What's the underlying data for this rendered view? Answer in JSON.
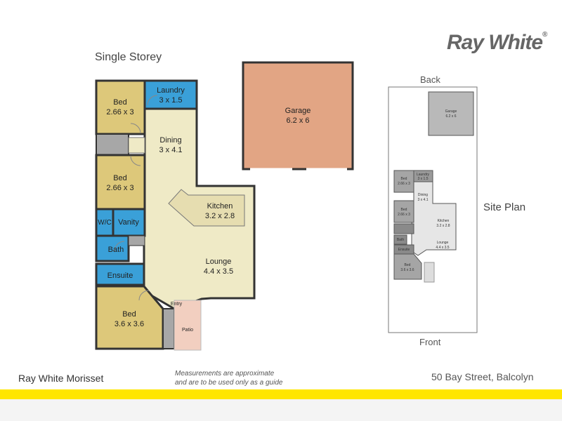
{
  "brand": {
    "logo_text": "Ray White"
  },
  "header": {
    "plan_title": "Single Storey",
    "site_plan_title": "Site Plan"
  },
  "rooms": {
    "bed1": {
      "name": "Bed",
      "size": "2.66 x 3"
    },
    "laundry": {
      "name": "Laundry",
      "size": "3 x 1.5"
    },
    "dining": {
      "name": "Dining",
      "size": "3 x 4.1"
    },
    "bed2": {
      "name": "Bed",
      "size": "2.66 x 3"
    },
    "kitchen": {
      "name": "Kitchen",
      "size": "3.2 x 2.8"
    },
    "wc": {
      "name": "W/C"
    },
    "vanity": {
      "name": "Vanity"
    },
    "bath": {
      "name": "Bath"
    },
    "ensuite": {
      "name": "Ensuite"
    },
    "lounge": {
      "name": "Lounge",
      "size": "4.4 x 3.5"
    },
    "bed3": {
      "name": "Bed",
      "size": "3.6 x 3.6"
    },
    "entry": {
      "name": "Entry"
    },
    "patio": {
      "name": "Patio"
    },
    "garage": {
      "name": "Garage",
      "size": "6.2 x 6"
    }
  },
  "site_plan": {
    "back_label": "Back",
    "front_label": "Front"
  },
  "footer": {
    "agency": "Ray White Morisset",
    "disclaimer_line1": "Measurements are approximate",
    "disclaimer_line2": "and are to be used only as a guide",
    "address": "50 Bay Street, Balcolyn"
  },
  "colors": {
    "bedroom": "#ddc87a",
    "wet_area": "#3aa0d8",
    "living": "#efeac6",
    "garage": "#e2a584",
    "patio": "#f2cfc0",
    "hall": "#a7a7a7",
    "accent_yellow": "#ffe600"
  }
}
